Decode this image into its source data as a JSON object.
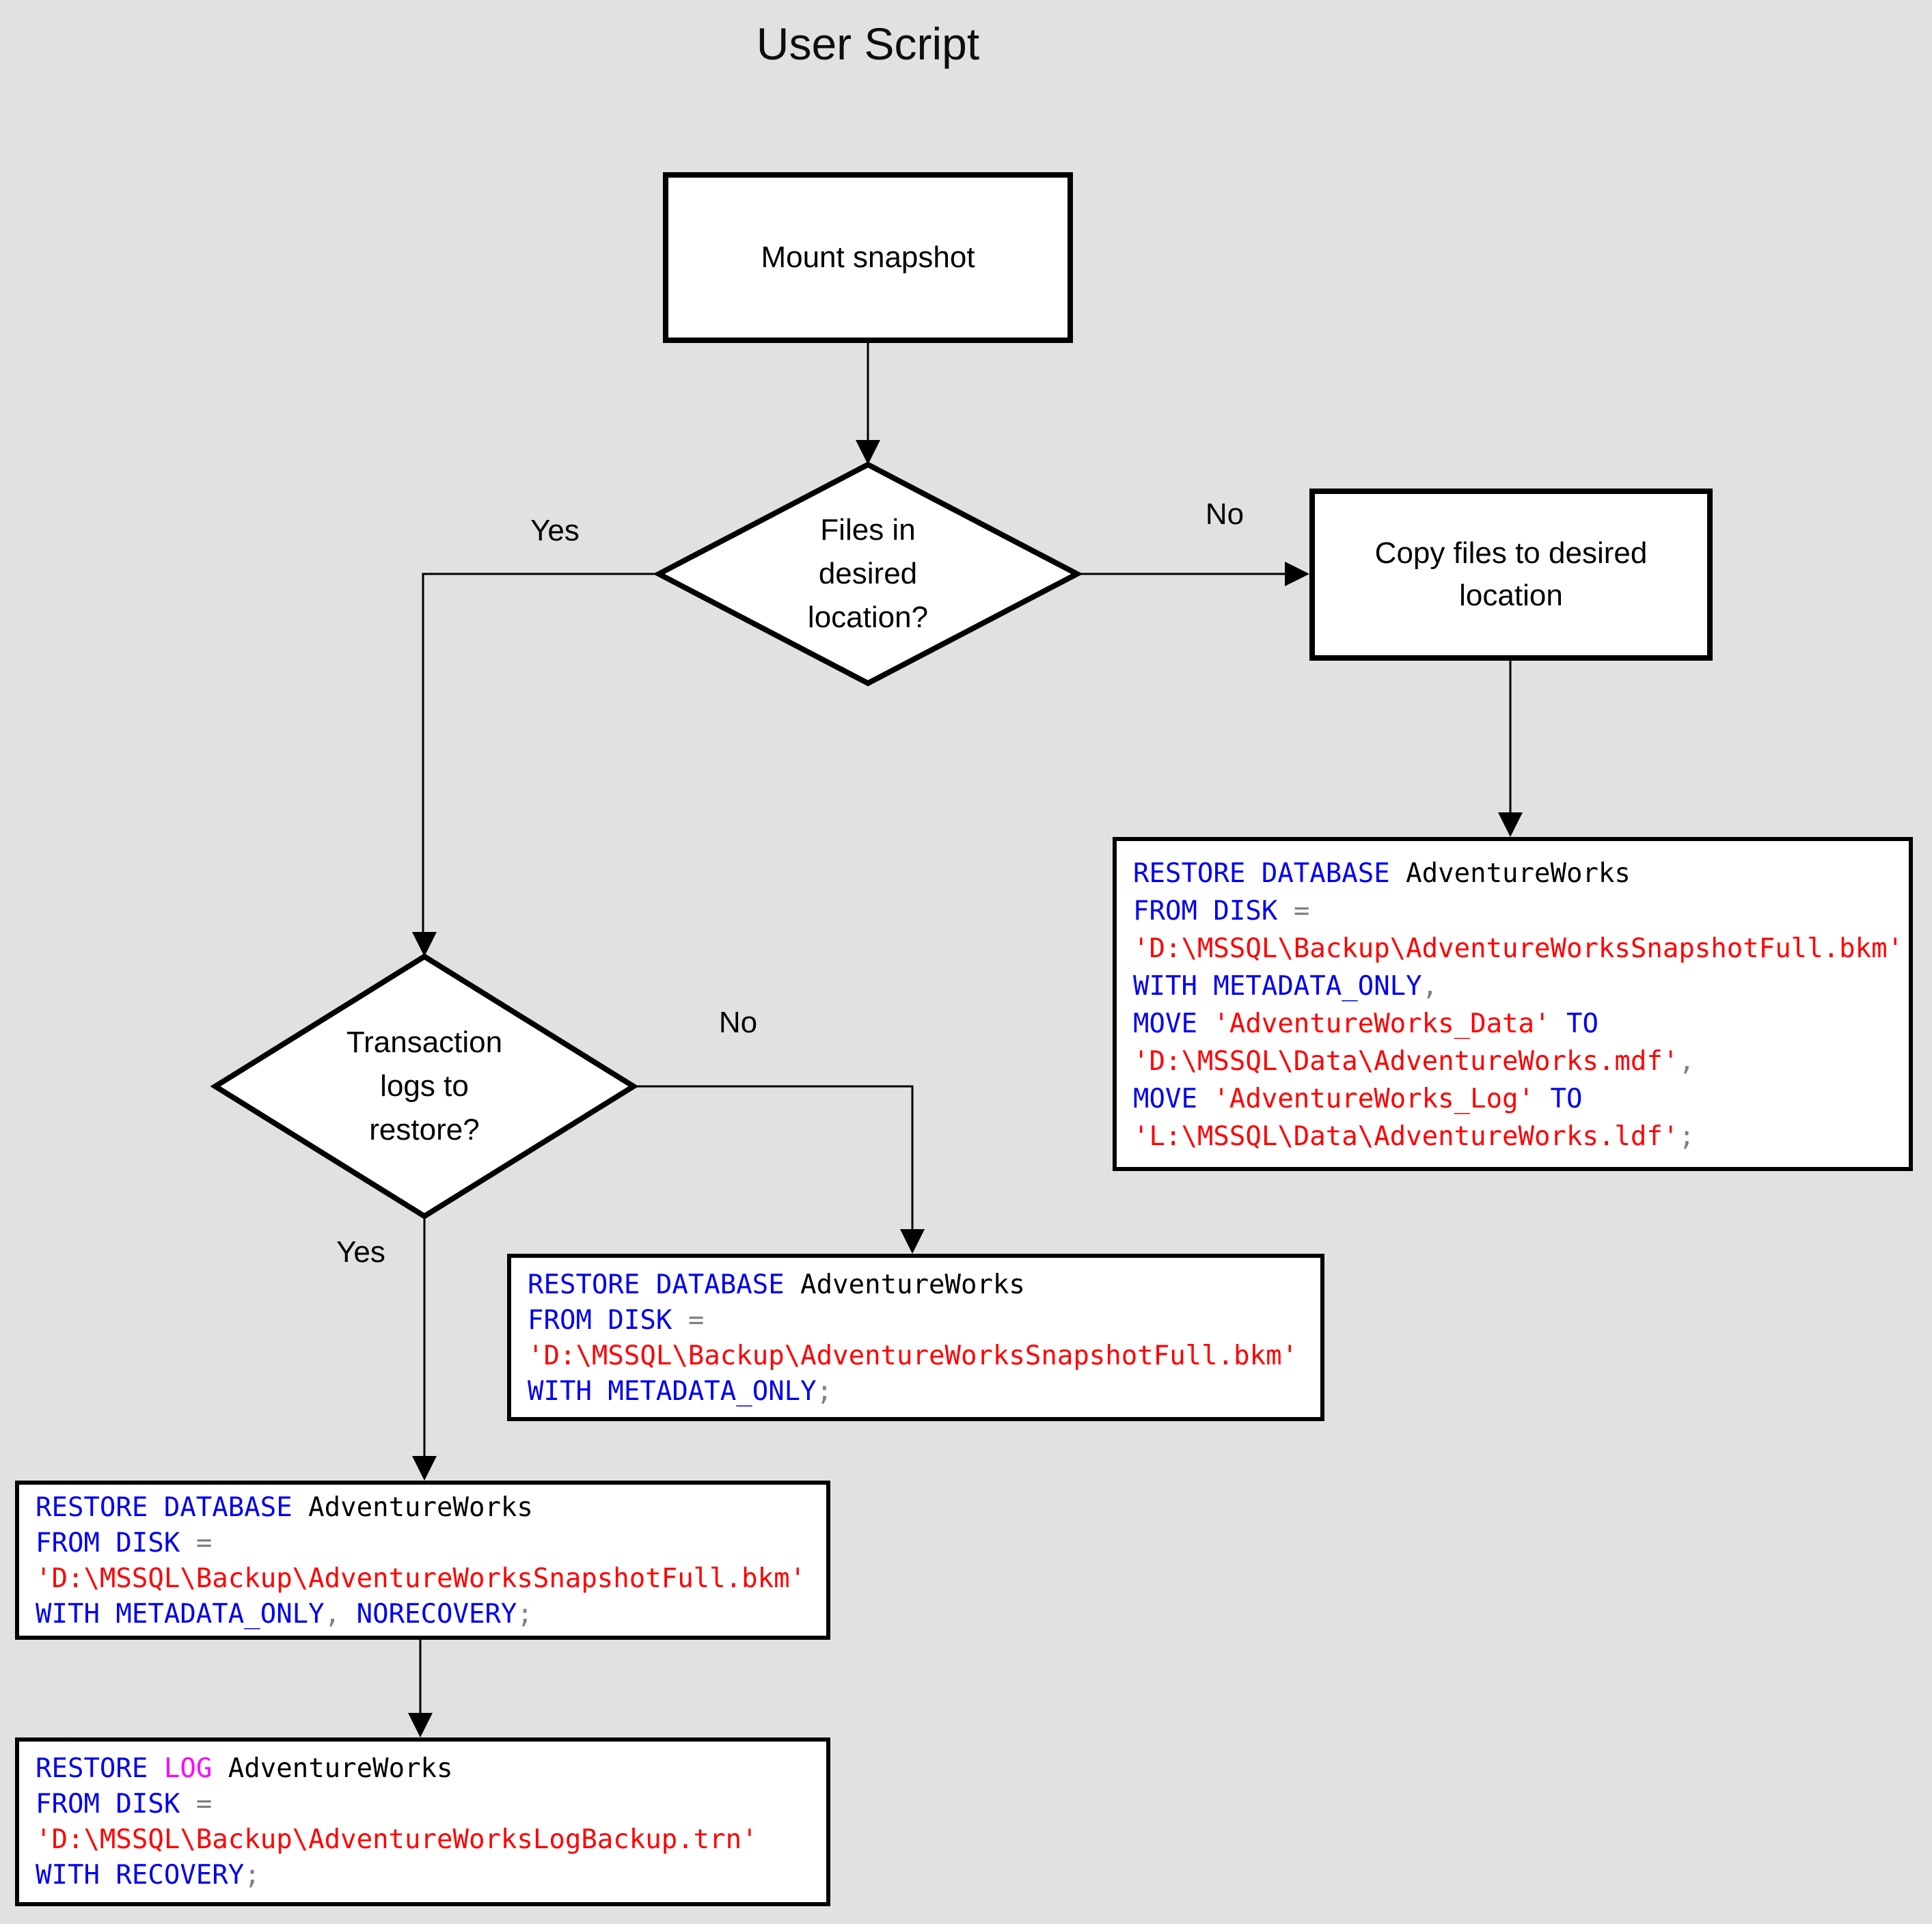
{
  "title": "User Script",
  "colors": {
    "background": "#e1e1e1",
    "shape_fill": "#ffffff",
    "line": "#000000",
    "text": "#000000",
    "keyword": "#0000ee",
    "string": "#ff0000",
    "operator": "#808080",
    "log_keyword": "#ff00ff"
  },
  "nodes": {
    "mount": {
      "label": "Mount snapshot"
    },
    "decision_files": {
      "label": [
        "Files in",
        "desired",
        "location?"
      ]
    },
    "copy": {
      "label": [
        "Copy files to desired",
        "location"
      ]
    },
    "decision_logs": {
      "label": [
        "Transaction",
        "logs to",
        "restore?"
      ]
    }
  },
  "edge_labels": {
    "files_yes": "Yes",
    "files_no": "No",
    "logs_no": "No",
    "logs_yes": "Yes"
  },
  "code_boxes": {
    "copy_full_restore": {
      "lines": [
        [
          [
            "kw",
            "RESTORE DATABASE"
          ],
          [
            "tx",
            " AdventureWorks"
          ]
        ],
        [
          [
            "kw",
            "FROM DISK"
          ],
          [
            "tx",
            " "
          ],
          [
            "op",
            "="
          ]
        ],
        [
          [
            "str",
            "'D:\\MSSQL\\Backup\\AdventureWorksSnapshotFull.bkm'"
          ]
        ],
        [
          [
            "kw",
            "WITH METADATA_ONLY"
          ],
          [
            "op",
            ","
          ]
        ],
        [
          [
            "kw",
            "MOVE"
          ],
          [
            "tx",
            " "
          ],
          [
            "str",
            "'AdventureWorks_Data'"
          ],
          [
            "kw",
            " TO"
          ]
        ],
        [
          [
            "str",
            "'D:\\MSSQL\\Data\\AdventureWorks.mdf'"
          ],
          [
            "op",
            ","
          ]
        ],
        [
          [
            "kw",
            "MOVE"
          ],
          [
            "tx",
            " "
          ],
          [
            "str",
            "'AdventureWorks_Log'"
          ],
          [
            "kw",
            " TO"
          ]
        ],
        [
          [
            "str",
            "'L:\\MSSQL\\Data\\AdventureWorks.ldf'"
          ],
          [
            "op",
            ";"
          ]
        ]
      ]
    },
    "metadata_only": {
      "lines": [
        [
          [
            "kw",
            "RESTORE DATABASE"
          ],
          [
            "tx",
            " AdventureWorks"
          ]
        ],
        [
          [
            "kw",
            "FROM DISK"
          ],
          [
            "tx",
            " "
          ],
          [
            "op",
            "="
          ]
        ],
        [
          [
            "str",
            "'D:\\MSSQL\\Backup\\AdventureWorksSnapshotFull.bkm'"
          ]
        ],
        [
          [
            "kw",
            "WITH METADATA_ONLY"
          ],
          [
            "op",
            ";"
          ]
        ]
      ]
    },
    "norecovery": {
      "lines": [
        [
          [
            "kw",
            "RESTORE DATABASE"
          ],
          [
            "tx",
            " AdventureWorks"
          ]
        ],
        [
          [
            "kw",
            "FROM DISK"
          ],
          [
            "tx",
            " "
          ],
          [
            "op",
            "="
          ]
        ],
        [
          [
            "str",
            "'D:\\MSSQL\\Backup\\AdventureWorksSnapshotFull.bkm'"
          ]
        ],
        [
          [
            "kw",
            "WITH METADATA_ONLY"
          ],
          [
            "op",
            ","
          ],
          [
            "kw",
            " NORECOVERY"
          ],
          [
            "op",
            ";"
          ]
        ]
      ]
    },
    "log_recovery": {
      "lines": [
        [
          [
            "kw",
            "RESTORE"
          ],
          [
            "tx",
            " "
          ],
          [
            "mg",
            "LOG"
          ],
          [
            "tx",
            " AdventureWorks"
          ]
        ],
        [
          [
            "kw",
            "FROM DISK"
          ],
          [
            "tx",
            " "
          ],
          [
            "op",
            "="
          ]
        ],
        [
          [
            "str",
            "'D:\\MSSQL\\Backup\\AdventureWorksLogBackup.trn'"
          ]
        ],
        [
          [
            "kw",
            "WITH RECOVERY"
          ],
          [
            "op",
            ";"
          ]
        ]
      ]
    }
  }
}
